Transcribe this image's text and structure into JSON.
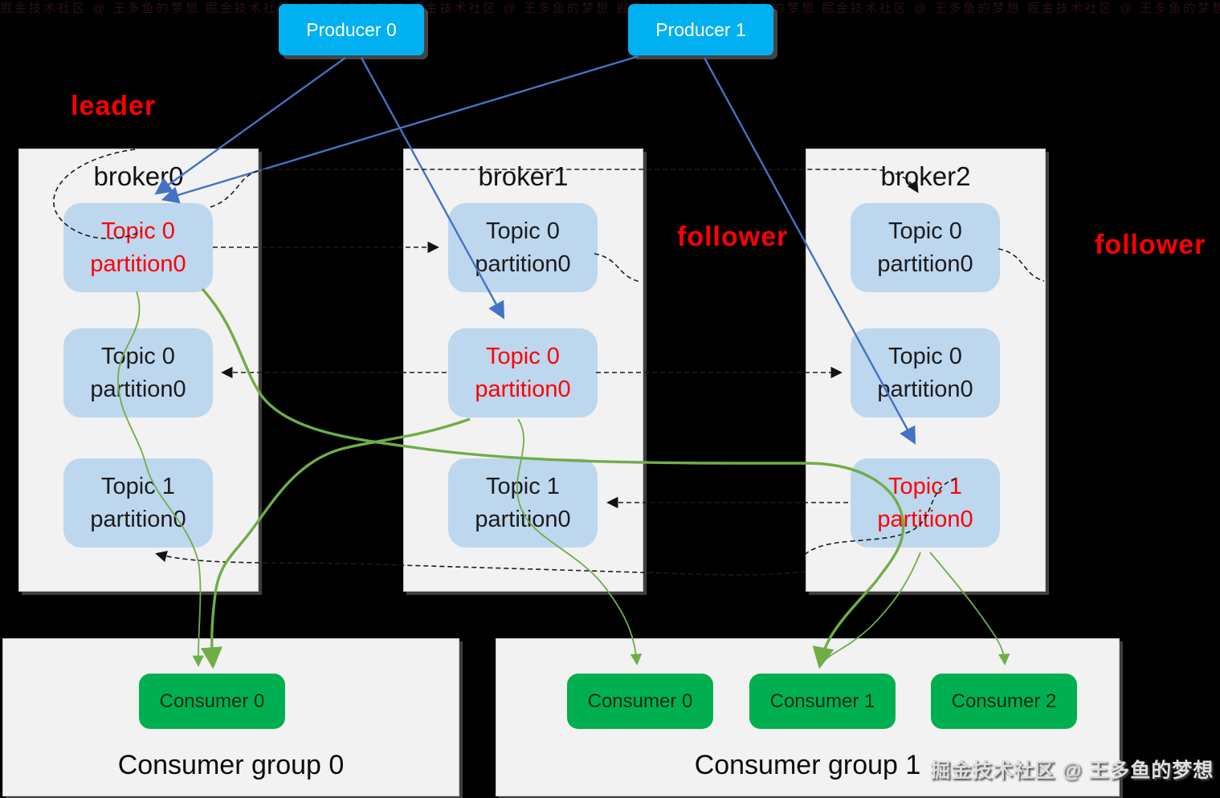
{
  "watermark_top": "掘金技术社区 @ 王多鱼的梦想   掘金技术社区 @ 王多鱼的梦想   掘金技术社区 @ 王多鱼的梦想   掘金技术社区 @ 王多鱼的梦想   掘金技术社区 @ 王多鱼的梦想   掘金技术社区 @ 王多鱼的梦想",
  "watermark_bottom": "掘金技术社区 @ 王多鱼的梦想",
  "producers": [
    {
      "label": "Producer 0"
    },
    {
      "label": "Producer 1"
    }
  ],
  "annotations": {
    "leader": "leader",
    "follower_mid": "follower",
    "follower_right": "follower"
  },
  "brokers": [
    {
      "name": "broker0",
      "partitions": [
        {
          "topic": "Topic 0",
          "partition": "partition0",
          "role": "leader"
        },
        {
          "topic": "Topic 0",
          "partition": "partition0",
          "role": "follower"
        },
        {
          "topic": "Topic 1",
          "partition": "partition0",
          "role": "follower"
        }
      ]
    },
    {
      "name": "broker1",
      "partitions": [
        {
          "topic": "Topic 0",
          "partition": "partition0",
          "role": "follower"
        },
        {
          "topic": "Topic 0",
          "partition": "partition0",
          "role": "leader"
        },
        {
          "topic": "Topic 1",
          "partition": "partition0",
          "role": "follower"
        }
      ]
    },
    {
      "name": "broker2",
      "partitions": [
        {
          "topic": "Topic 0",
          "partition": "partition0",
          "role": "follower"
        },
        {
          "topic": "Topic 0",
          "partition": "partition0",
          "role": "follower"
        },
        {
          "topic": "Topic 1",
          "partition": "partition0",
          "role": "leader"
        }
      ]
    }
  ],
  "consumer_groups": [
    {
      "label": "Consumer group 0",
      "consumers": [
        {
          "label": "Consumer 0"
        }
      ]
    },
    {
      "label": "Consumer group 1",
      "consumers": [
        {
          "label": "Consumer 0"
        },
        {
          "label": "Consumer 1"
        },
        {
          "label": "Consumer 2"
        }
      ]
    }
  ],
  "colors": {
    "producer": "#00B0F0",
    "consumer": "#00B050",
    "topic_box": "#BDD7EE",
    "leader_text": "#FE0000",
    "blue_link": "#4472C4",
    "green_link": "#70AD47",
    "container": "#F2F2F2",
    "background": "#000000"
  }
}
